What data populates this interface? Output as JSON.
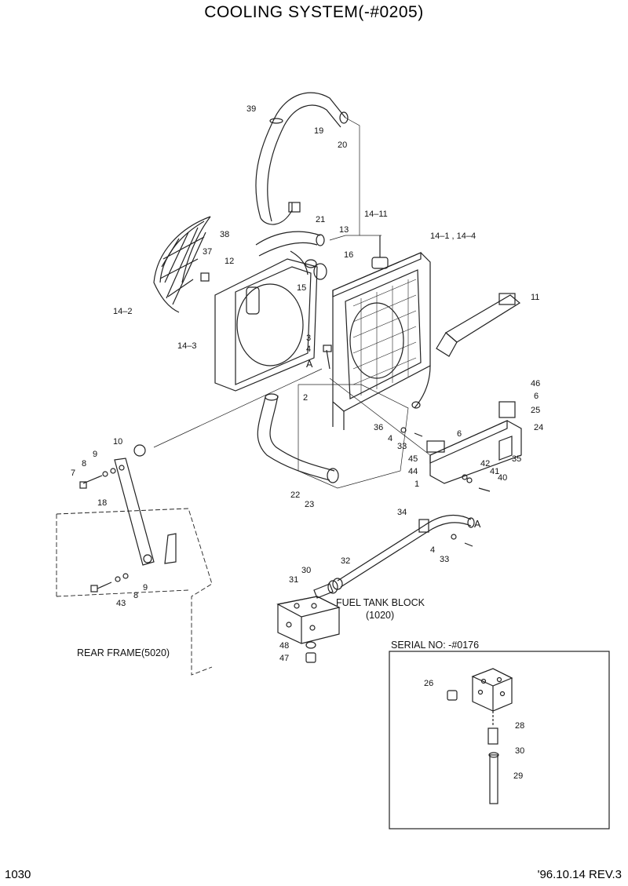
{
  "title": "COOLING SYSTEM(-#0205)",
  "page_number": "1030",
  "revision": "'96.10.14 REV.3",
  "labels": {
    "fuel_tank_block": "FUEL TANK BLOCK",
    "fuel_tank_block_ref": "(1020)",
    "rear_frame": "REAR FRAME(5020)",
    "serial_no": "SERIAL NO: -#0176",
    "view_a1": "A",
    "view_a2": "A"
  },
  "callouts": {
    "c39": "39",
    "c19": "19",
    "c20": "20",
    "c21": "21",
    "c14_11": "14–11",
    "c14_1_4": "14–1 , 14–4",
    "c38": "38",
    "c13": "13",
    "c37": "37",
    "c12": "12",
    "c16": "16",
    "c15": "15",
    "c14_2": "14–2",
    "c11": "11",
    "c14_3": "14–3",
    "c3": "3",
    "c4a": "4",
    "c2": "2",
    "c46": "46",
    "c6a": "6",
    "c25": "25",
    "c24": "24",
    "c36": "36",
    "c6b": "6",
    "c4b": "4",
    "c33a": "33",
    "c45": "45",
    "c42": "42",
    "c35": "35",
    "c41": "41",
    "c44": "44",
    "c40": "40",
    "c1": "1",
    "c10": "10",
    "c9a": "9",
    "c8a": "8",
    "c7": "7",
    "c18": "18",
    "c22": "22",
    "c23": "23",
    "c34": "34",
    "c4c": "4",
    "c33b": "33",
    "c32": "32",
    "c30a": "30",
    "c31": "31",
    "c9b": "9",
    "c8b": "8",
    "c43": "43",
    "c48": "48",
    "c47": "47",
    "c26": "26",
    "c28": "28",
    "c30b": "30",
    "c29": "29"
  }
}
